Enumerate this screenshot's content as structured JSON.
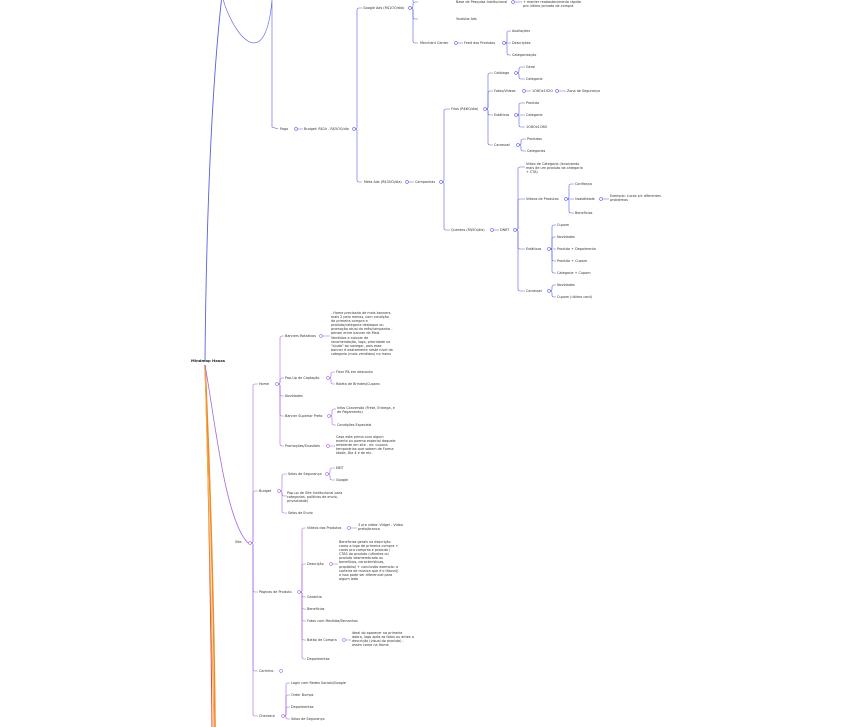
{
  "colors": {
    "blue": "#5a5ee6",
    "purple": "#a566e6",
    "orange": "#f08a2c",
    "red": "#e64545",
    "text": "#333333"
  },
  "root": "Mindmap Hauss",
  "paid": {
    "label": "Pago",
    "budget": "Budget: R$1k - R$5OO/dia",
    "google": "Google Ads (R$1OO/dia)",
    "google_top1": "Base de Pesquisa Institucional",
    "google_top1_note": "+ manter reabastecimento rápido pro último jornada de compra",
    "google_top2": "Youtube Ads",
    "merchant": "Merchant Center",
    "feed": "Feed dos Produtos",
    "feed_items": [
      "Avaliações",
      "Descrições",
      "Categorização"
    ],
    "meta": "Meta Ads (R$3OO/dia)",
    "campanhas": "Campanhas",
    "frios": "Frios (R$6O/dia)",
    "catalogo": "Catálogo",
    "catalogo_items": [
      "Geral",
      "Categoria"
    ],
    "fotos": "Fotos/Vídeos",
    "fotos_size": "1O8Ox192O",
    "fotos_zona": "Zona de Segurança",
    "estaticos": "Estáticos",
    "estaticos_items": [
      "Produto",
      "Categoria",
      "1O8Ox1O8O"
    ],
    "carrossel": "Carrossel",
    "carrossel_items": [
      "Produtos",
      "Categorias"
    ],
    "quentes": "Quentes (R$5O/dia)",
    "dnrt": "DNRT",
    "dnrt_first": "Vídeo de Categoria (levalvando mais de um produto da categoria + CTA)",
    "videos_produtos": "Vídeos de Produtos",
    "vp_items": [
      "Confiança",
      "Usabilidade",
      "Benefícios"
    ],
    "vp_note": "Exemplo: Lucas e/c diferentes problemas",
    "estaticos2": "Estáticos",
    "estaticos2_items": [
      "Cupom",
      "Novidades",
      "Produto + Depoimento",
      "Produto + Cupom",
      "Categoria + Cupom"
    ],
    "carrossel2": "Carrossel",
    "carrossel2_items": [
      "Novidades",
      "Cupom (ultimo card)"
    ]
  },
  "site": {
    "label": "Site",
    "home": "Home",
    "banners": "Banners Rotativos",
    "banners_note": "- Home precisaria de mais banners, mais 2 pelo menos, com condição de primeira compra e produto/categoria destaque ou promoção atual do mês/campanha - pensei entre banner de Mais Vendidos e colocar de recomendação, logo, prioridade no \"ajuda\" ao navegar, pois esse banner é exatamente neste nível da categoria (mais vendidos) no menu",
    "popup": "Pop-Up de Captação",
    "popup_items": [
      "Fixar R$ em desconto",
      "Roleta de Brindes/Cupons"
    ],
    "novidades": "Novidades",
    "banner_sup": "Banner Superior Preto",
    "banner_sup_items": [
      "Infos Conversão (Frete, Entrega, e de Pagamento)",
      "Condições Especiais"
    ],
    "promocoes": "Promoções/Ocasiões",
    "promocoes_note": "Caso esta prima com algum evento ou poema especial daquele ambiente em site - ex: cupons temporários que sabem de Forma Idade, Dia 4 e de etc.",
    "budget": "Budget",
    "selos": "Selos de Segurança",
    "selos_items": [
      "EBIT",
      "Google"
    ],
    "popup_site": "Pop-up de Site Institucional para categorias, políticas de envio, privacidade)",
    "selos_envio": "Selos de Envio",
    "paginas": "Páginas de Produto",
    "videos": "Vídeos dos Produtos",
    "videos_note": "3 pra vídeo: Vidgel - Vídeo preto/branco",
    "descricao": "Descrição",
    "descricao_note": "Benefícios gerais na descrição como a logo de primeira compra + cards pra compras e produto / CTAS do produto (ufinetes ou produto desmembrado ou benefícios, características, propósito) + conclusão exemplo: a carteira de música que é o Hauss() a isso pode ser diferencial para algum lado",
    "garantia": "Garantia",
    "beneficios": "Benefícios",
    "fotos_medidas": "Fotos com Medidas/Tamanhos",
    "botao": "Botão de Compra",
    "botao_note": "Ideal do aparecer na primeira dobra, logo após as fotos ou antes a descrição (visual do produto) - assim como na Home",
    "depoimentos": "Depoimentos",
    "carrinho": "Carrinho",
    "checkout": "Checkout",
    "checkout_items": [
      "Login com Redes Sociais/Google",
      "Order Bumps",
      "Depoimentos",
      "Selos de Segurança"
    ]
  }
}
